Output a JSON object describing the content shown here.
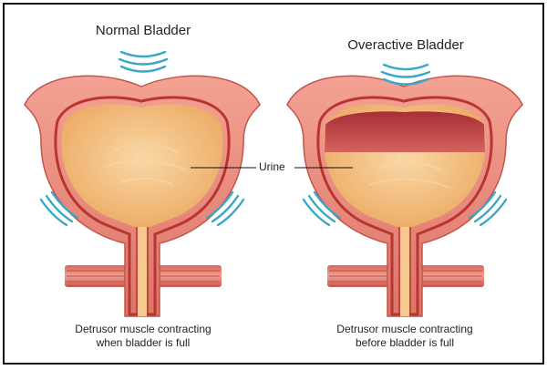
{
  "titles": {
    "left": "Normal Bladder",
    "right": "Overactive Bladder"
  },
  "labels": {
    "center": "Urine"
  },
  "captions": {
    "left": [
      "Detrusor muscle contracting",
      "when bladder is full"
    ],
    "right": [
      "Detrusor muscle contracting",
      "before bladder is full"
    ]
  },
  "colors": {
    "muscle": "#e98b7f",
    "muscle_dark": "#c2564c",
    "muscle_light": "#f6b3a8",
    "wall_red": "#b8362f",
    "urine": "#f2bb7a",
    "urine_light": "#f7d3a0",
    "contraction_band": "#b83a3e",
    "motion_lines": "#3aa7c4"
  },
  "icons": [
    "motion-lines-icon"
  ]
}
